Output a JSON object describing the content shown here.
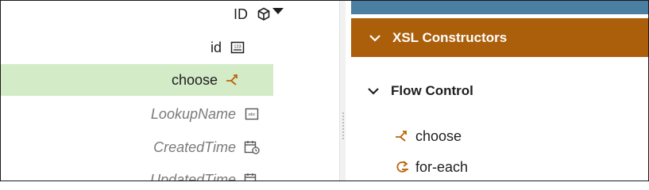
{
  "tree": {
    "nodes": [
      {
        "label": "ID",
        "icon": "cube-icon",
        "muted": false
      },
      {
        "label": "id",
        "icon": "number-field-icon",
        "muted": false
      },
      {
        "label": "choose",
        "icon": "choose-icon",
        "muted": false,
        "selected": true
      },
      {
        "label": "LookupName",
        "icon": "text-field-icon",
        "muted": true
      },
      {
        "label": "CreatedTime",
        "icon": "datetime-icon",
        "muted": true
      },
      {
        "label": "UpdatedTime",
        "icon": "datetime-icon",
        "muted": true
      }
    ]
  },
  "palette": {
    "section_title": "XSL Constructors",
    "group_title": "Flow Control",
    "items": [
      {
        "label": "choose",
        "icon": "choose-icon"
      },
      {
        "label": "for-each",
        "icon": "for-each-icon"
      }
    ]
  },
  "colors": {
    "selected_row": "#d3ebc7",
    "section_header": "#ac5f0b",
    "top_strip": "#4a7fa1",
    "icon_accent": "#b8650d"
  }
}
